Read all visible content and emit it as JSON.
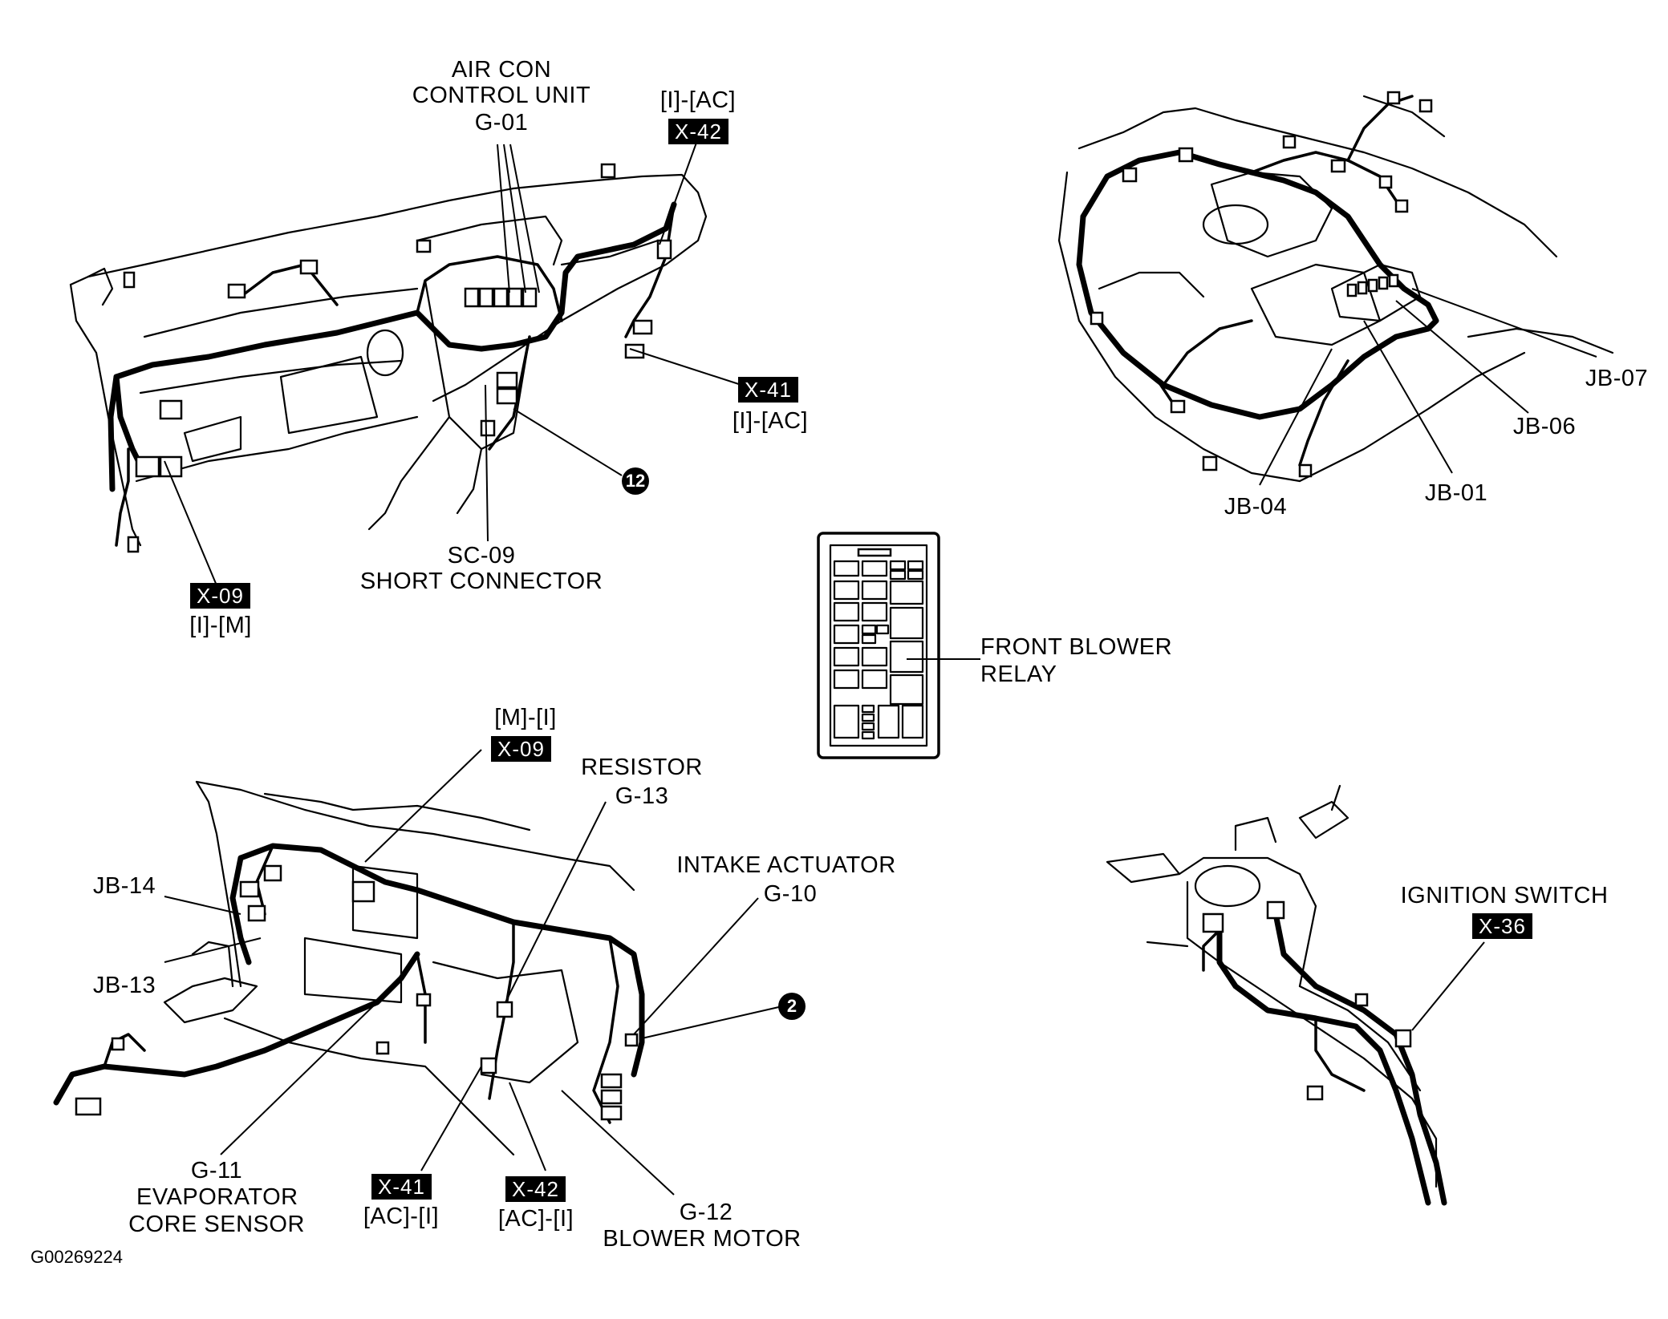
{
  "labels": {
    "air_con_line1": "AIR CON",
    "air_con_line2": "CONTROL UNIT",
    "air_con_code": "G-01",
    "x42_top_tag": "X-42",
    "x42_top_code": "[I]-[AC]",
    "x41_top_tag": "X-41",
    "x41_top_code": "[I]-[AC]",
    "x09_top_tag": "X-09",
    "x09_top_code": "[I]-[M]",
    "sc09_code": "SC-09",
    "sc09_name": "SHORT CONNECTOR",
    "callout_12": "12",
    "jb07": "JB-07",
    "jb06": "JB-06",
    "jb01": "JB-01",
    "jb04": "JB-04",
    "front_blower_line1": "FRONT BLOWER",
    "front_blower_line2": "RELAY",
    "x09_bot_code": "[M]-[I]",
    "x09_bot_tag": "X-09",
    "resistor_name": "RESISTOR",
    "resistor_code": "G-13",
    "intake_name": "INTAKE ACTUATOR",
    "intake_code": "G-10",
    "jb14": "JB-14",
    "jb13": "JB-13",
    "callout_2": "2",
    "g11_code": "G-11",
    "g11_line1": "EVAPORATOR",
    "g11_line2": "CORE  SENSOR",
    "x41_bot_tag": "X-41",
    "x41_bot_code": "[AC]-[I]",
    "x42_bot_tag": "X-42",
    "x42_bot_code": "[AC]-[I]",
    "g12_code": "G-12",
    "g12_name": "BLOWER MOTOR",
    "ignition_name": "IGNITION SWITCH",
    "x36_tag": "X-36",
    "figure_id": "G00269224"
  }
}
